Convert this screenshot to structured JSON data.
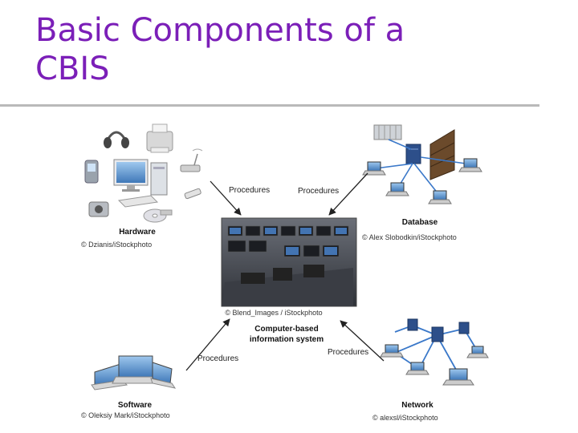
{
  "slide": {
    "title_line1": "Basic Components of a",
    "title_line2": "CBIS"
  },
  "diagram": {
    "center": {
      "label_line1": "Computer-based",
      "label_line2": "information system",
      "credit": "© Blend_Images / iStockphoto"
    },
    "hardware": {
      "label": "Hardware",
      "credit": "© Dzianis/iStockphoto"
    },
    "database": {
      "label": "Database",
      "credit": "© Alex Slobodkin/iStockphoto"
    },
    "software": {
      "label": "Software",
      "credit": "© Oleksiy Mark/iStockphoto"
    },
    "network": {
      "label": "Network",
      "credit": "© alexsl/iStockphoto"
    },
    "arrows": {
      "hardware_procedures": "Procedures",
      "database_procedures": "Procedures",
      "software_procedures": "Procedures",
      "network_procedures": "Procedures"
    }
  },
  "colors": {
    "title": "#7b1fb8",
    "rule": "#b9b9b9",
    "network_links": "#3a78c9"
  }
}
